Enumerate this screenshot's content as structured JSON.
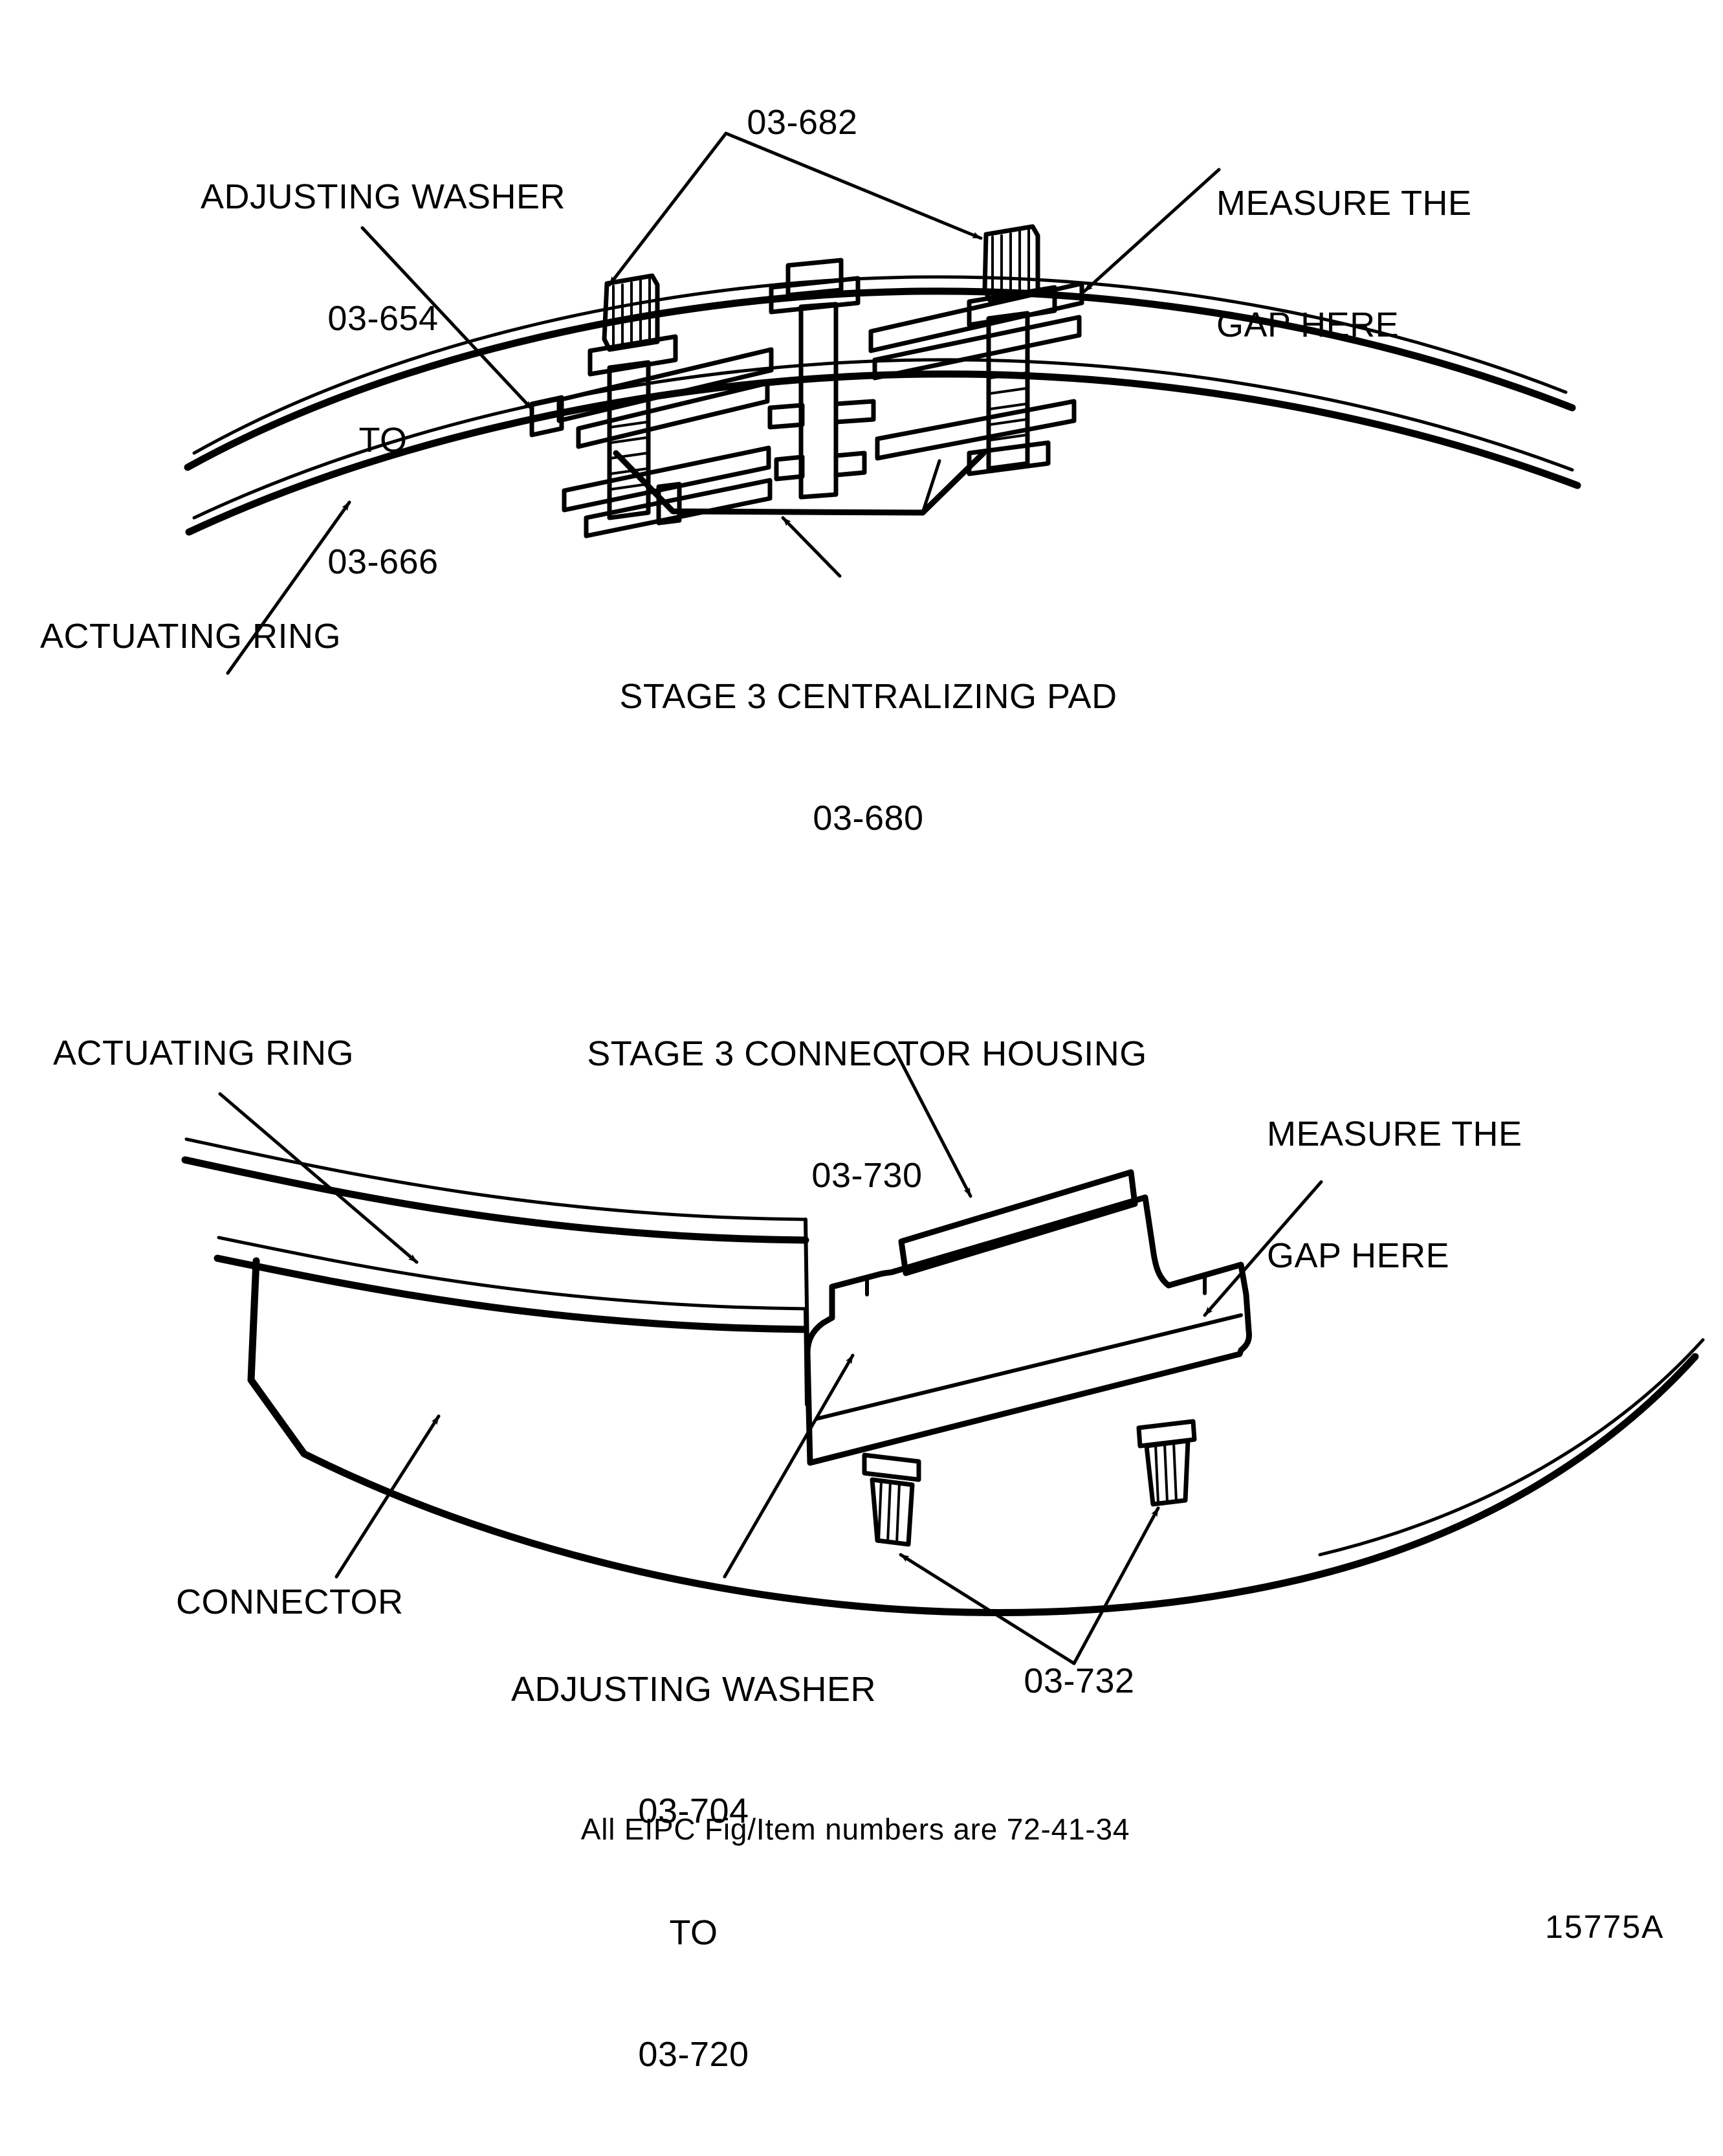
{
  "sheet": {
    "drawing_number": "15775A",
    "footnote": "All EIPC Fig/Item numbers are 72-41-34"
  },
  "upper_figure": {
    "name": "stage-3-centralizing-pad-detail",
    "labels": {
      "adjusting_washer_title": "ADJUSTING WASHER",
      "adjusting_washer_from": "03-654",
      "adjusting_washer_to_word": "TO",
      "adjusting_washer_to": "03-666",
      "bolt_item": "03-682",
      "measure_gap_line1": "MEASURE THE",
      "measure_gap_line2": "GAP HERE",
      "actuating_ring": "ACTUATING RING",
      "centralizing_pad_title": "STAGE 3 CENTRALIZING PAD",
      "centralizing_pad_item": "03-680"
    }
  },
  "lower_figure": {
    "name": "stage-3-connector-housing-detail",
    "labels": {
      "connector_housing_title": "STAGE 3 CONNECTOR HOUSING",
      "connector_housing_item": "03-730",
      "actuating_ring": "ACTUATING RING",
      "measure_gap_line1": "MEASURE THE",
      "measure_gap_line2": "GAP HERE",
      "connector": "CONNECTOR",
      "adjusting_washer_title": "ADJUSTING WASHER",
      "adjusting_washer_from": "03-704",
      "adjusting_washer_to_word": "TO",
      "adjusting_washer_to": "03-720",
      "bolt_item": "03-732"
    }
  },
  "colors": {
    "ink": "#000000",
    "paper": "#ffffff"
  }
}
